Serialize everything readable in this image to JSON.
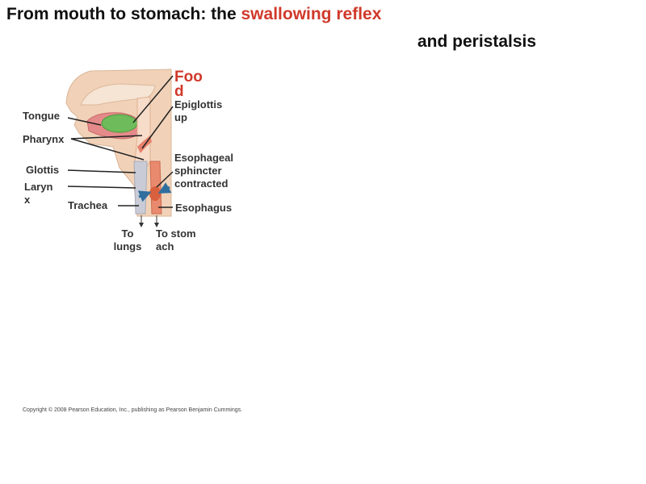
{
  "title": {
    "part1": "From mouth to stomach: the ",
    "highlight": "swallowing reflex",
    "line2": "and peristalsis"
  },
  "labels": {
    "food": "Food",
    "tongue": "Tongue",
    "pharynx": "Pharynx",
    "glottis": "Glottis",
    "larynx": "Larynx",
    "trachea": "Trachea",
    "epiglottis_up": "Epiglottis up",
    "esophageal_sphincter": "Esophageal sphincter contracted",
    "esophagus": "Esophagus",
    "to_lungs": "To lungs",
    "to_stomach": "To stomach"
  },
  "copyright": "Copyright © 2008 Pearson Education, Inc., publishing as Pearson Benjamin Cummings.",
  "colors": {
    "highlight": "#d0392b",
    "tissue": "#f1d2b8",
    "food_bolus": "#6dbb5a",
    "esophagus": "#e98a6e",
    "trachea": "#c9ccd6",
    "arrow": "#2f6f9f"
  }
}
